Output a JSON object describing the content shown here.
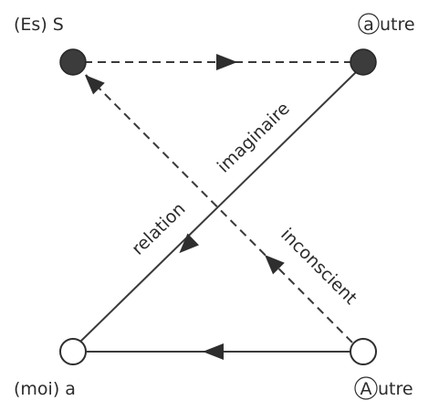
{
  "nodes": {
    "top_left": {
      "label": "(Es) S",
      "style": "filled"
    },
    "top_right": {
      "label_initial": "a",
      "label_rest": "utre",
      "style": "filled"
    },
    "bottom_left": {
      "label": "(moi) a",
      "style": "open"
    },
    "bottom_right": {
      "label_initial": "A",
      "label_rest": "utre",
      "style": "open"
    }
  },
  "edges": {
    "imaginary_diagonal": {
      "label_upper": "imaginaire",
      "label_lower": "relation",
      "line": "solid"
    },
    "unconscious_diagonal": {
      "label": "inconscient",
      "line": "dashed"
    },
    "top_link": {
      "line": "dashed"
    },
    "bottom_link": {
      "line": "solid"
    }
  },
  "colors": {
    "ink": "#2e2e2e",
    "node_fill": "#3c3c3c",
    "background": "#ffffff"
  }
}
